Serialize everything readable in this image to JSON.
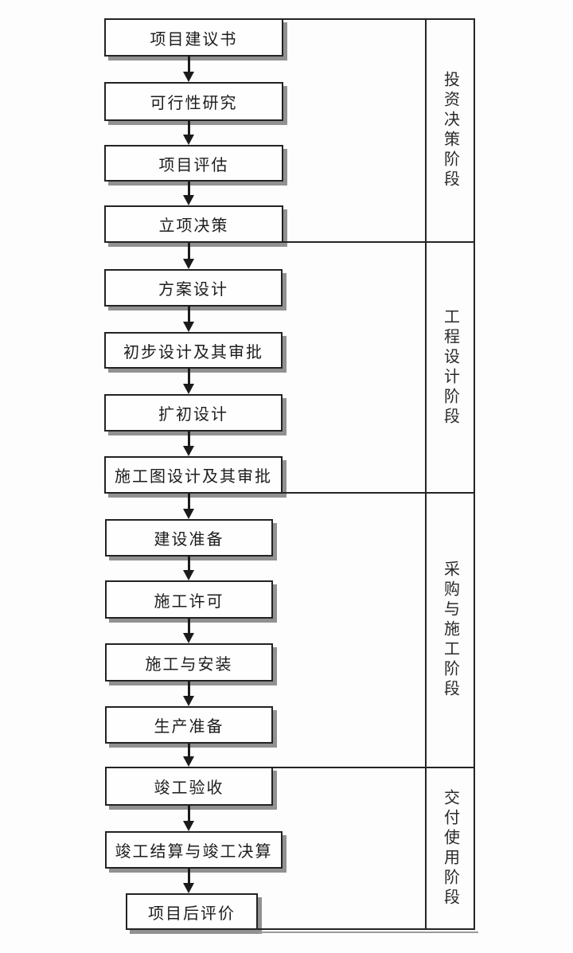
{
  "diagram": {
    "title_implicit": "",
    "boxes": [
      {
        "label": "项目建议书"
      },
      {
        "label": "可行性研究"
      },
      {
        "label": "项目评估"
      },
      {
        "label": "立项决策"
      },
      {
        "label": "方案设计"
      },
      {
        "label": "初步设计及其审批"
      },
      {
        "label": "扩初设计"
      },
      {
        "label": "施工图设计及其审批"
      },
      {
        "label": "建设准备"
      },
      {
        "label": "施工许可"
      },
      {
        "label": "施工与安装"
      },
      {
        "label": "生产准备"
      },
      {
        "label": "竣工验收"
      },
      {
        "label": "竣工结算与竣工决算"
      },
      {
        "label": "项目后评价"
      }
    ],
    "phases": [
      {
        "label": "投资决策阶段"
      },
      {
        "label": "工程设计阶段"
      },
      {
        "label": "采购与施工阶段"
      },
      {
        "label": "交付使用阶段"
      }
    ],
    "colors": {
      "line": "#242424",
      "box_border": "#232323",
      "box_fill": "#fefefe",
      "shadow": "#919191",
      "background": "#fdfdfd",
      "text": "#1c1c1c"
    }
  }
}
